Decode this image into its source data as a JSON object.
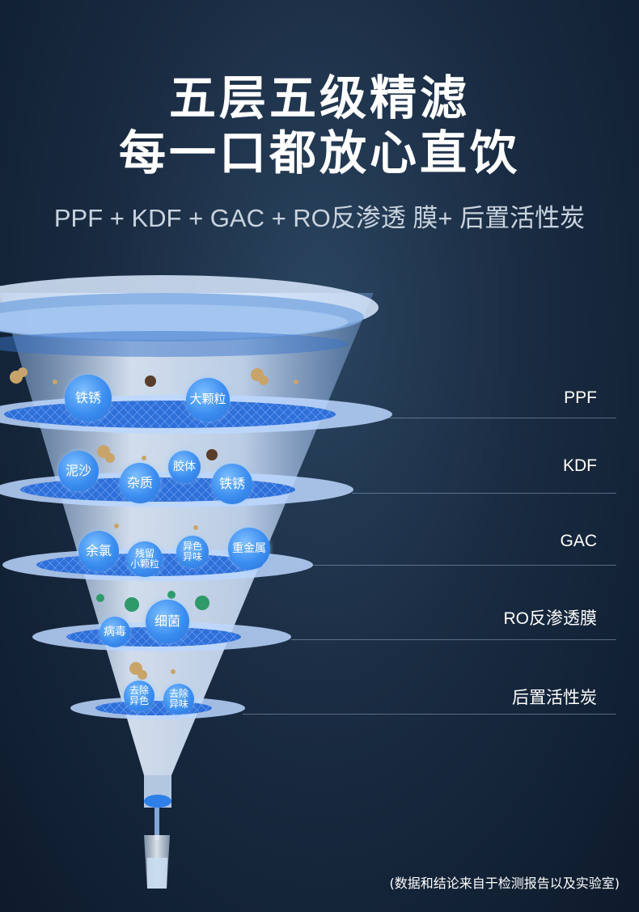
{
  "header": {
    "title_line1": "五层五级精滤",
    "title_line2": "每一口都放心直饮",
    "subtitle": "PPF + KDF + GAC + RO反渗透 膜+ 后置活性炭"
  },
  "layers": [
    {
      "label": "PPF",
      "contaminants": [
        "铁锈",
        "大颗粒"
      ]
    },
    {
      "label": "KDF",
      "contaminants": [
        "泥沙",
        "杂质",
        "胶体",
        "铁锈"
      ]
    },
    {
      "label": "GAC",
      "contaminants": [
        "余氯",
        "残留小颗粒",
        "异色异味",
        "重金属"
      ]
    },
    {
      "label": "RO反渗透膜",
      "contaminants": [
        "细菌",
        "病毒"
      ]
    },
    {
      "label": "后置活性炭",
      "contaminants": [
        "去除异色",
        "去除异味"
      ]
    }
  ],
  "bubbles": {
    "b1": "铁锈",
    "b2": "大颗粒",
    "b3": "泥沙",
    "b4": "杂质",
    "b5": "胶体",
    "b6": "铁锈",
    "b7": "余氯",
    "b8a": "残留",
    "b8b": "小颗粒",
    "b9a": "异色",
    "b9b": "异味",
    "b10": "重金属",
    "b11": "细菌",
    "b12": "病毒",
    "b13a": "去除",
    "b13b": "异色",
    "b14a": "去除",
    "b14b": "异味"
  },
  "footnote": "(数据和结论来自于检测报告以及实验室)",
  "colors": {
    "background": "#1a2c43",
    "bubble": "#3b8df0",
    "funnel": "#cfe4ff",
    "text": "#ffffff"
  }
}
